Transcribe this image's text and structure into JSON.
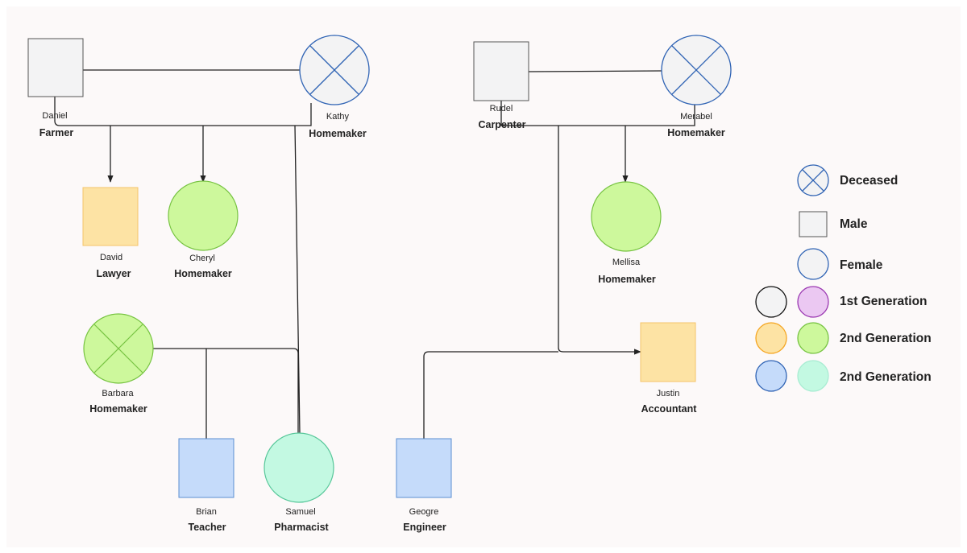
{
  "people": {
    "daniel": {
      "name": "Daniel",
      "role": "Farmer"
    },
    "kathy": {
      "name": "Kathy",
      "role": "Homemaker"
    },
    "rudel": {
      "name": "Rudel",
      "role": "Carpenter"
    },
    "merabel": {
      "name": "Merabel",
      "role": "Homemaker"
    },
    "david": {
      "name": "David",
      "role": "Lawyer"
    },
    "cheryl": {
      "name": "Cheryl",
      "role": "Homemaker"
    },
    "mellisa": {
      "name": "Mellisa",
      "role": "Homemaker"
    },
    "barbara": {
      "name": "Barbara",
      "role": "Homemaker"
    },
    "justin": {
      "name": "Justin",
      "role": "Accountant"
    },
    "brian": {
      "name": "Brian",
      "role": "Teacher"
    },
    "samuel": {
      "name": "Samuel",
      "role": "Pharmacist"
    },
    "geogre": {
      "name": "Geogre",
      "role": "Engineer"
    }
  },
  "legend": {
    "deceased": "Deceased",
    "male": "Male",
    "female": "Female",
    "gen1": "1st Generation",
    "gen2a": "2nd Generation",
    "gen2b": "2nd Generation"
  },
  "colors": {
    "neutral_fill": "#f3f3f4",
    "neutral_stroke": "#555555",
    "blue_stroke": "#2f63b4",
    "orange_fill": "#fde3a4",
    "orange_stroke": "#f5c46a",
    "green_fill": "#cdf89c",
    "green_stroke": "#77c342",
    "blue_fill": "#c5dbfa",
    "blue_edge": "#5b8fd1",
    "mint_fill": "#c3f9e2",
    "mint_stroke": "#58c79a",
    "purple_fill": "#ebc8f2",
    "purple_stroke": "#9b39b2"
  }
}
